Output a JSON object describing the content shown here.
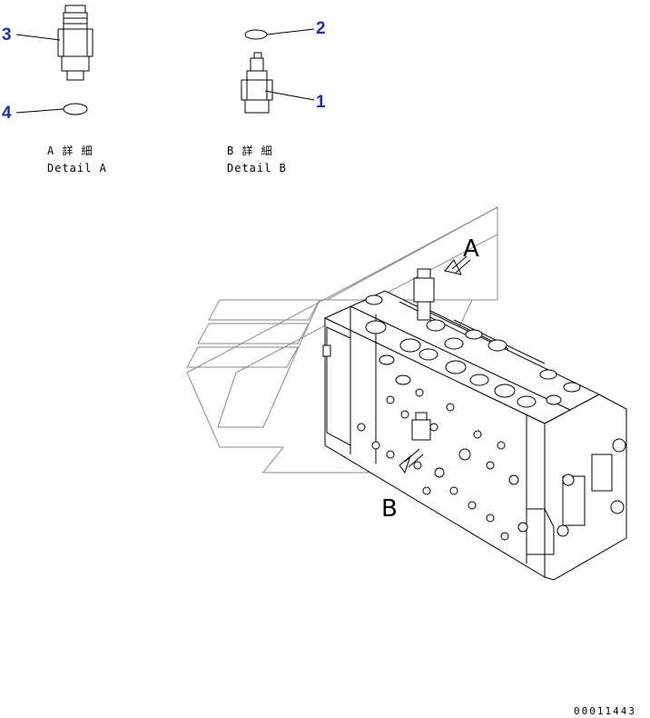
{
  "callouts": [
    {
      "number": "1"
    },
    {
      "number": "2"
    },
    {
      "number": "3"
    },
    {
      "number": "4"
    }
  ],
  "details": {
    "a": {
      "label_jp": "A 詳 細",
      "label_en": "Detail A"
    },
    "b": {
      "label_jp": "B 詳 細",
      "label_en": "Detail B"
    }
  },
  "views": {
    "a": "A",
    "b": "B"
  },
  "document_number": "00011443",
  "colors": {
    "callout": "#1a2fb8",
    "line": "#000000",
    "watermark": "#8a8a8a"
  }
}
